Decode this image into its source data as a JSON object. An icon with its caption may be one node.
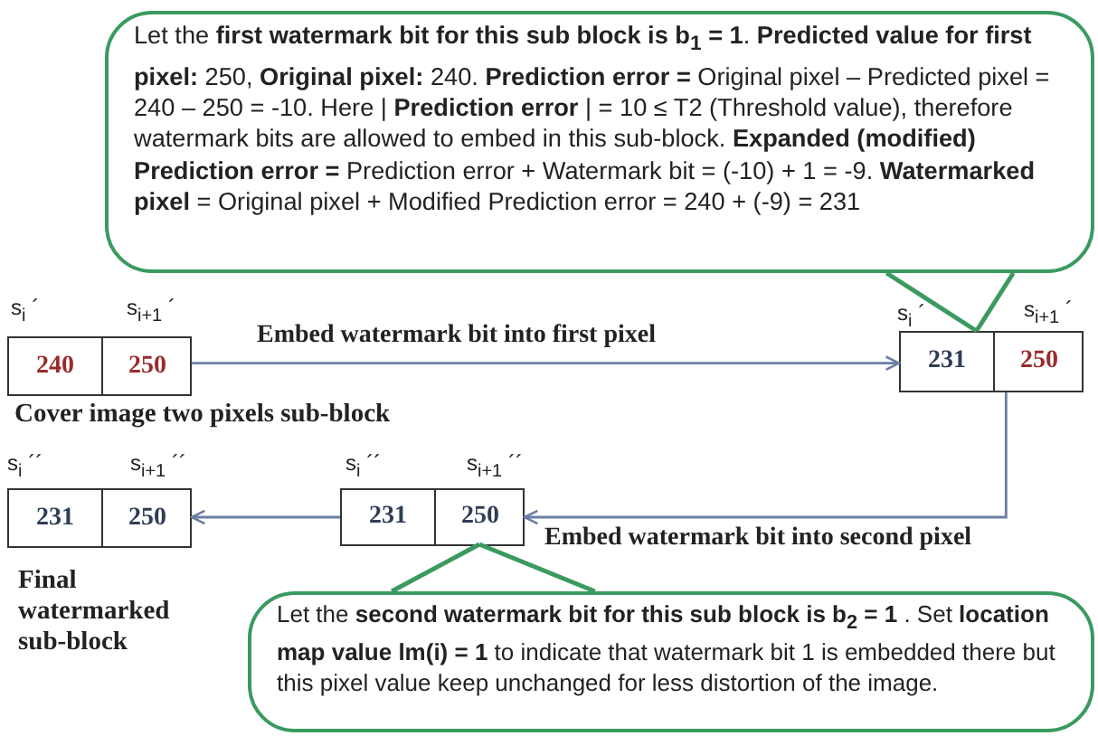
{
  "diagram": {
    "nodes": [
      {
        "text": [
          "Let the **first watermark bit for this sub block  is b$_{1}$ = 1**.  **Predicted value for first pixel:** 250, **Original pixel:** 240. **Prediction error =** Original pixel – Predicted pixel = 240 – 250 = -10. Here | **Prediction error** | = 10 ≤ T2 (Threshold value), therefore watermark bits are allowed to embed in this sub-block. **Expanded (modified) Prediction error =** Prediction error + Watermark bit = (-10) + 1 = -9. **Watermarked pixel** = Original pixel  + Modified Prediction error =  240 + (-9)  =  231"
        ]
      },
      {
        "text": [],
        "shape": "box",
        "beside": [
          "Cover image two pixels sub-block"
        ]
      },
      {
        "text": [
          "240"
        ],
        "in": 1,
        "beside": [
          "s$_{i}$ ´"
        ]
      },
      {
        "text": [
          "250"
        ],
        "in": 1,
        "beside": [
          "s$_{i+1}$ ´"
        ]
      },
      {
        "text": [],
        "shape": "box"
      },
      {
        "text": [
          "231"
        ],
        "in": 4,
        "beside": [
          "s$_{i}$ ´"
        ]
      },
      {
        "text": [
          "250"
        ],
        "in": 4,
        "beside": [
          "s$_{i+1}$ ´"
        ]
      },
      {
        "text": [],
        "shape": "box",
        "beside": [
          "Final watermarked sub-block"
        ]
      },
      {
        "text": [
          "231"
        ],
        "in": 7,
        "beside": [
          "s$_{i}$ ´´"
        ]
      },
      {
        "text": [
          "250"
        ],
        "in": 7,
        "beside": [
          "s$_{i+1}$ ´´"
        ]
      },
      {
        "text": [],
        "shape": "box"
      },
      {
        "text": [
          "231"
        ],
        "in": 10,
        "beside": [
          "s$_{i}$ ´´"
        ]
      },
      {
        "text": [
          "250"
        ],
        "in": 10,
        "beside": [
          "s$_{i+1}$ ´´"
        ]
      },
      {
        "text": [
          "Let the **second watermark bit for this sub block  is b$_{2}$ = 1** . Set **location map value lm(i)  = 1** to indicate that  watermark bit 1 is embedded there but this pixel value keep unchanged for less distortion of  the image."
        ]
      }
    ],
    "edges": [
      {
        "from": 1,
        "to": 4,
        "arrow": "to",
        "label": "Embed watermark bit into first pixel"
      },
      {
        "from": 4,
        "to": 10,
        "arrow": "to",
        "label": "Embed watermark bit into second pixel"
      },
      {
        "from": 10,
        "to": 7,
        "arrow": "to"
      },
      {
        "from": 0,
        "to": 4,
        "arrow": "none"
      },
      {
        "from": 13,
        "to": 12,
        "arrow": "none"
      }
    ]
  }
}
